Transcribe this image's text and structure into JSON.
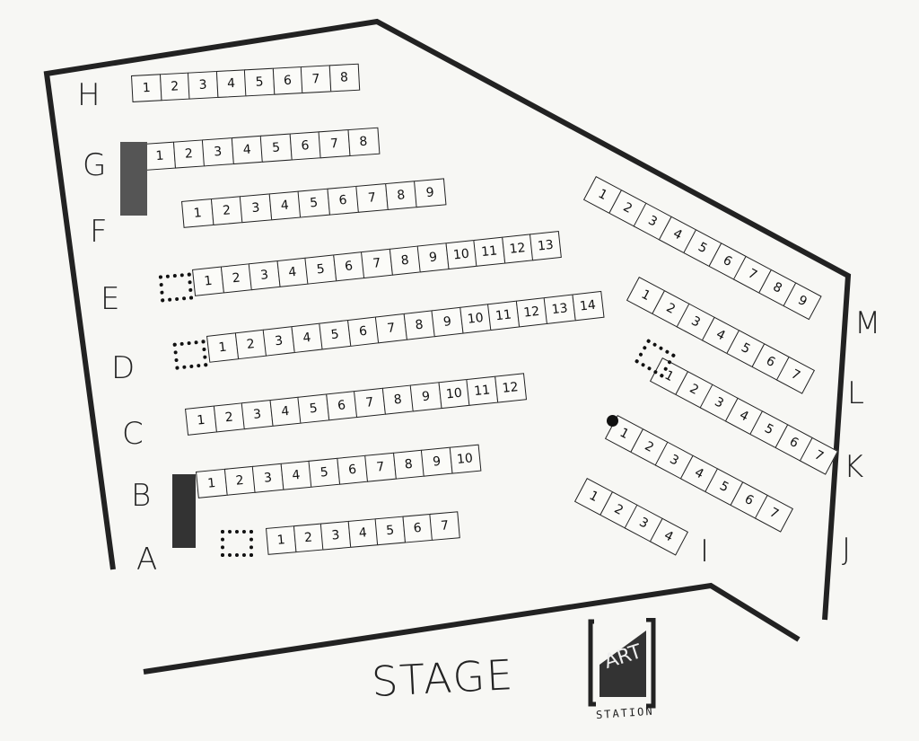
{
  "rows": [
    {
      "label": "H",
      "seats": [
        "1",
        "2",
        "3",
        "4",
        "5",
        "6",
        "7",
        "8"
      ]
    },
    {
      "label": "G",
      "seats": [
        "1",
        "2",
        "3",
        "4",
        "5",
        "6",
        "7",
        "8"
      ]
    },
    {
      "label": "F",
      "seats": [
        "1",
        "2",
        "3",
        "4",
        "5",
        "6",
        "7",
        "8",
        "9"
      ]
    },
    {
      "label": "E",
      "seats": [
        "1",
        "2",
        "3",
        "4",
        "5",
        "6",
        "7",
        "8",
        "9",
        "10",
        "11",
        "12",
        "13"
      ]
    },
    {
      "label": "D",
      "seats": [
        "1",
        "2",
        "3",
        "4",
        "5",
        "6",
        "7",
        "8",
        "9",
        "10",
        "11",
        "12",
        "13",
        "14"
      ]
    },
    {
      "label": "C",
      "seats": [
        "1",
        "2",
        "3",
        "4",
        "5",
        "6",
        "7",
        "8",
        "9",
        "10",
        "11",
        "12"
      ]
    },
    {
      "label": "B",
      "seats": [
        "1",
        "2",
        "3",
        "4",
        "5",
        "6",
        "7",
        "8",
        "9",
        "10"
      ]
    },
    {
      "label": "A",
      "seats": [
        "1",
        "2",
        "3",
        "4",
        "5",
        "6",
        "7"
      ]
    },
    {
      "label": "M",
      "seats": [
        "1",
        "2",
        "3",
        "4",
        "5",
        "6",
        "7",
        "8",
        "9"
      ]
    },
    {
      "label": "L",
      "seats": [
        "1",
        "2",
        "3",
        "4",
        "5",
        "6",
        "7"
      ]
    },
    {
      "label": "K",
      "seats": [
        "1",
        "2",
        "3",
        "4",
        "5",
        "6",
        "7"
      ]
    },
    {
      "label": "J",
      "seats": [
        "1",
        "2",
        "3",
        "4",
        "5",
        "6",
        "7"
      ]
    },
    {
      "label": "I",
      "seats": [
        "1",
        "2",
        "3",
        "4"
      ]
    }
  ],
  "stage_label": "STAGE",
  "logo": {
    "word": "ART",
    "subword": "STATION"
  }
}
